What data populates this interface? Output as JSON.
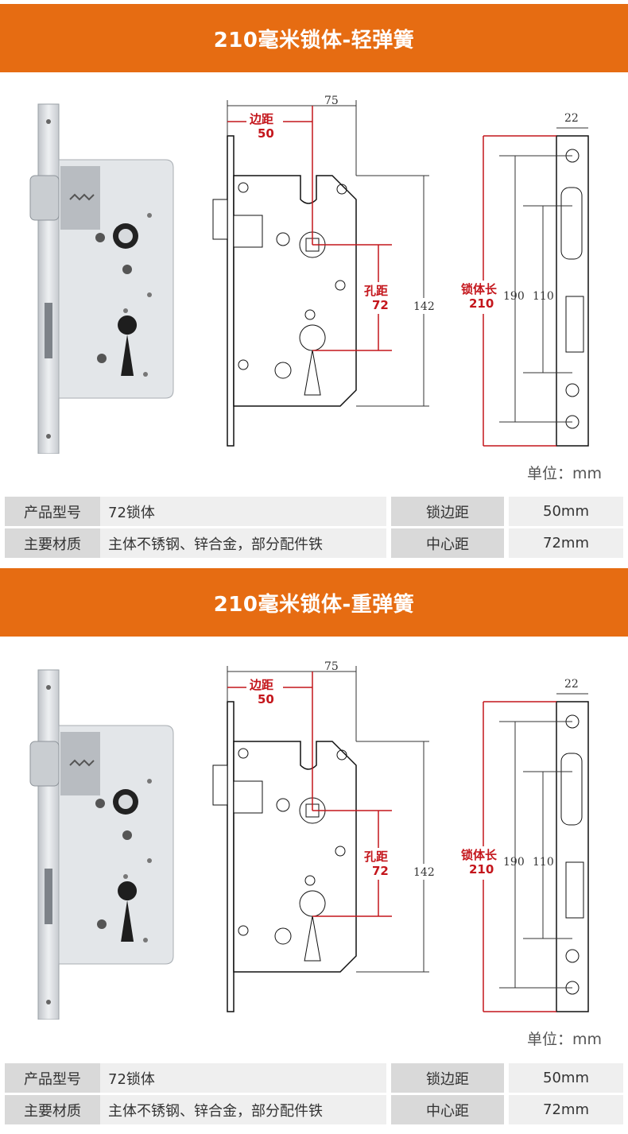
{
  "sections": [
    {
      "title": "210毫米锁体-轻弹簧",
      "unit": "单位：mm",
      "dims": {
        "width": "75",
        "backset_label": "边距",
        "backset": "50",
        "thickness": "22",
        "body_length_label": "锁体长",
        "body_length": "210",
        "d190": "190",
        "d110": "110",
        "d142": "142",
        "hole_label": "孔距",
        "hole": "72"
      },
      "specs": {
        "row1": {
          "label": "产品型号",
          "value": "72锁体",
          "label2": "锁边距",
          "value2": "50mm"
        },
        "row2": {
          "label": "主要材质",
          "value": "主体不锈钢、锌合金，部分配件铁",
          "label2": "中心距",
          "value2": "72mm"
        }
      }
    },
    {
      "title": "210毫米锁体-重弹簧",
      "unit": "单位：mm",
      "dims": {
        "width": "75",
        "backset_label": "边距",
        "backset": "50",
        "thickness": "22",
        "body_length_label": "锁体长",
        "body_length": "210",
        "d190": "190",
        "d110": "110",
        "d142": "142",
        "hole_label": "孔距",
        "hole": "72"
      },
      "specs": {
        "row1": {
          "label": "产品型号",
          "value": "72锁体",
          "label2": "锁边距",
          "value2": "50mm"
        },
        "row2": {
          "label": "主要材质",
          "value": "主体不锈钢、锌合金，部分配件铁",
          "label2": "中心距",
          "value2": "72mm"
        }
      }
    }
  ],
  "colors": {
    "banner": "#e66c12",
    "dimension_red": "#c4161c"
  }
}
